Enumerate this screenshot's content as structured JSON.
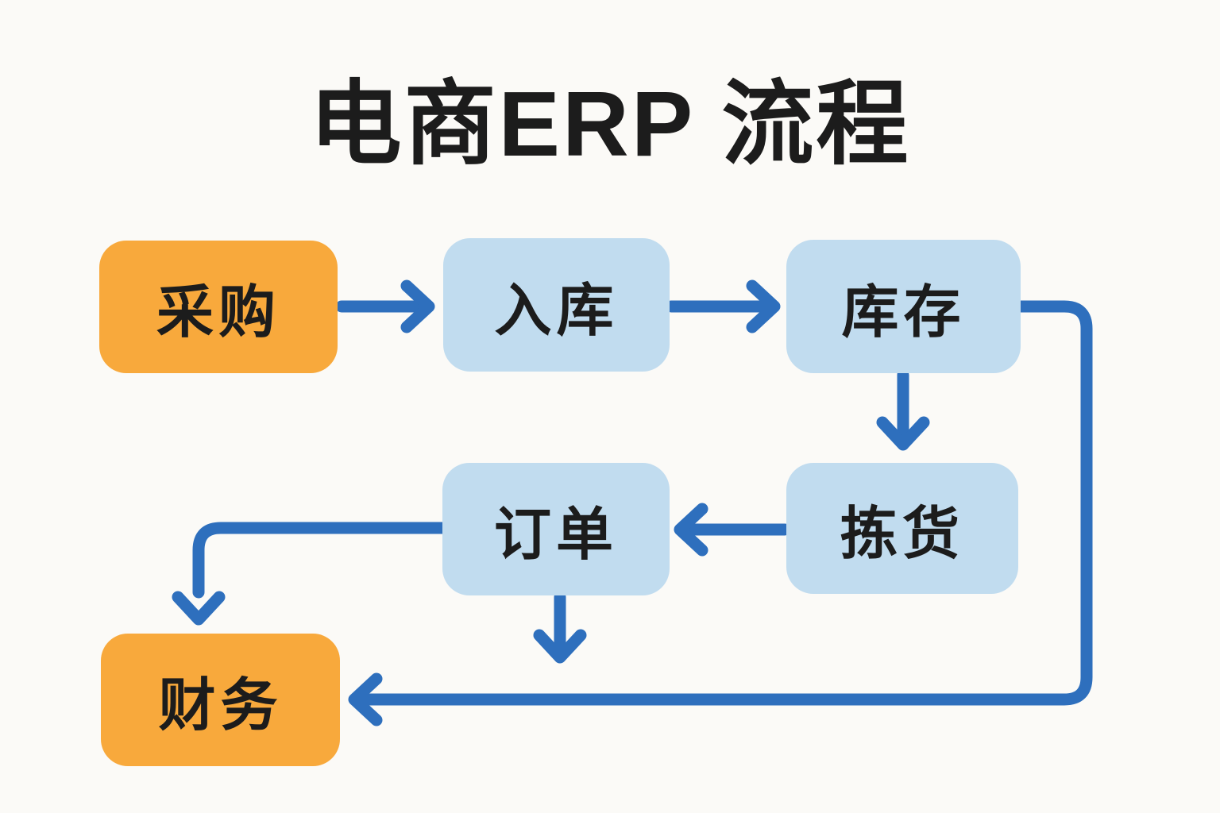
{
  "diagram": {
    "title": "电商ERP 流程",
    "nodes": [
      {
        "id": "procurement",
        "label": "采购",
        "style": "accent"
      },
      {
        "id": "inbound",
        "label": "入库",
        "style": "primary"
      },
      {
        "id": "inventory",
        "label": "库存",
        "style": "primary"
      },
      {
        "id": "picking",
        "label": "拣货",
        "style": "primary"
      },
      {
        "id": "order",
        "label": "订单",
        "style": "primary"
      },
      {
        "id": "finance",
        "label": "财务",
        "style": "accent"
      }
    ],
    "edges": [
      {
        "from": "采购",
        "to": "入库",
        "route": "right"
      },
      {
        "from": "入库",
        "to": "库存",
        "route": "right"
      },
      {
        "from": "库存",
        "to": "拣货",
        "route": "down"
      },
      {
        "from": "拣货",
        "to": "订单",
        "route": "left"
      },
      {
        "from": "订单",
        "to": "财务",
        "route": "left-then-down"
      },
      {
        "from": "订单",
        "to": "财务",
        "route": "down-into-bottom-line"
      },
      {
        "from": "库存",
        "to": "财务",
        "route": "right-down-left-loop"
      }
    ],
    "colors": {
      "background": "#FBFAF7",
      "node_accent": "#F8A93C",
      "node_primary": "#C1DCEF",
      "arrow": "#2E6FBD",
      "text": "#1C1C1C"
    }
  }
}
